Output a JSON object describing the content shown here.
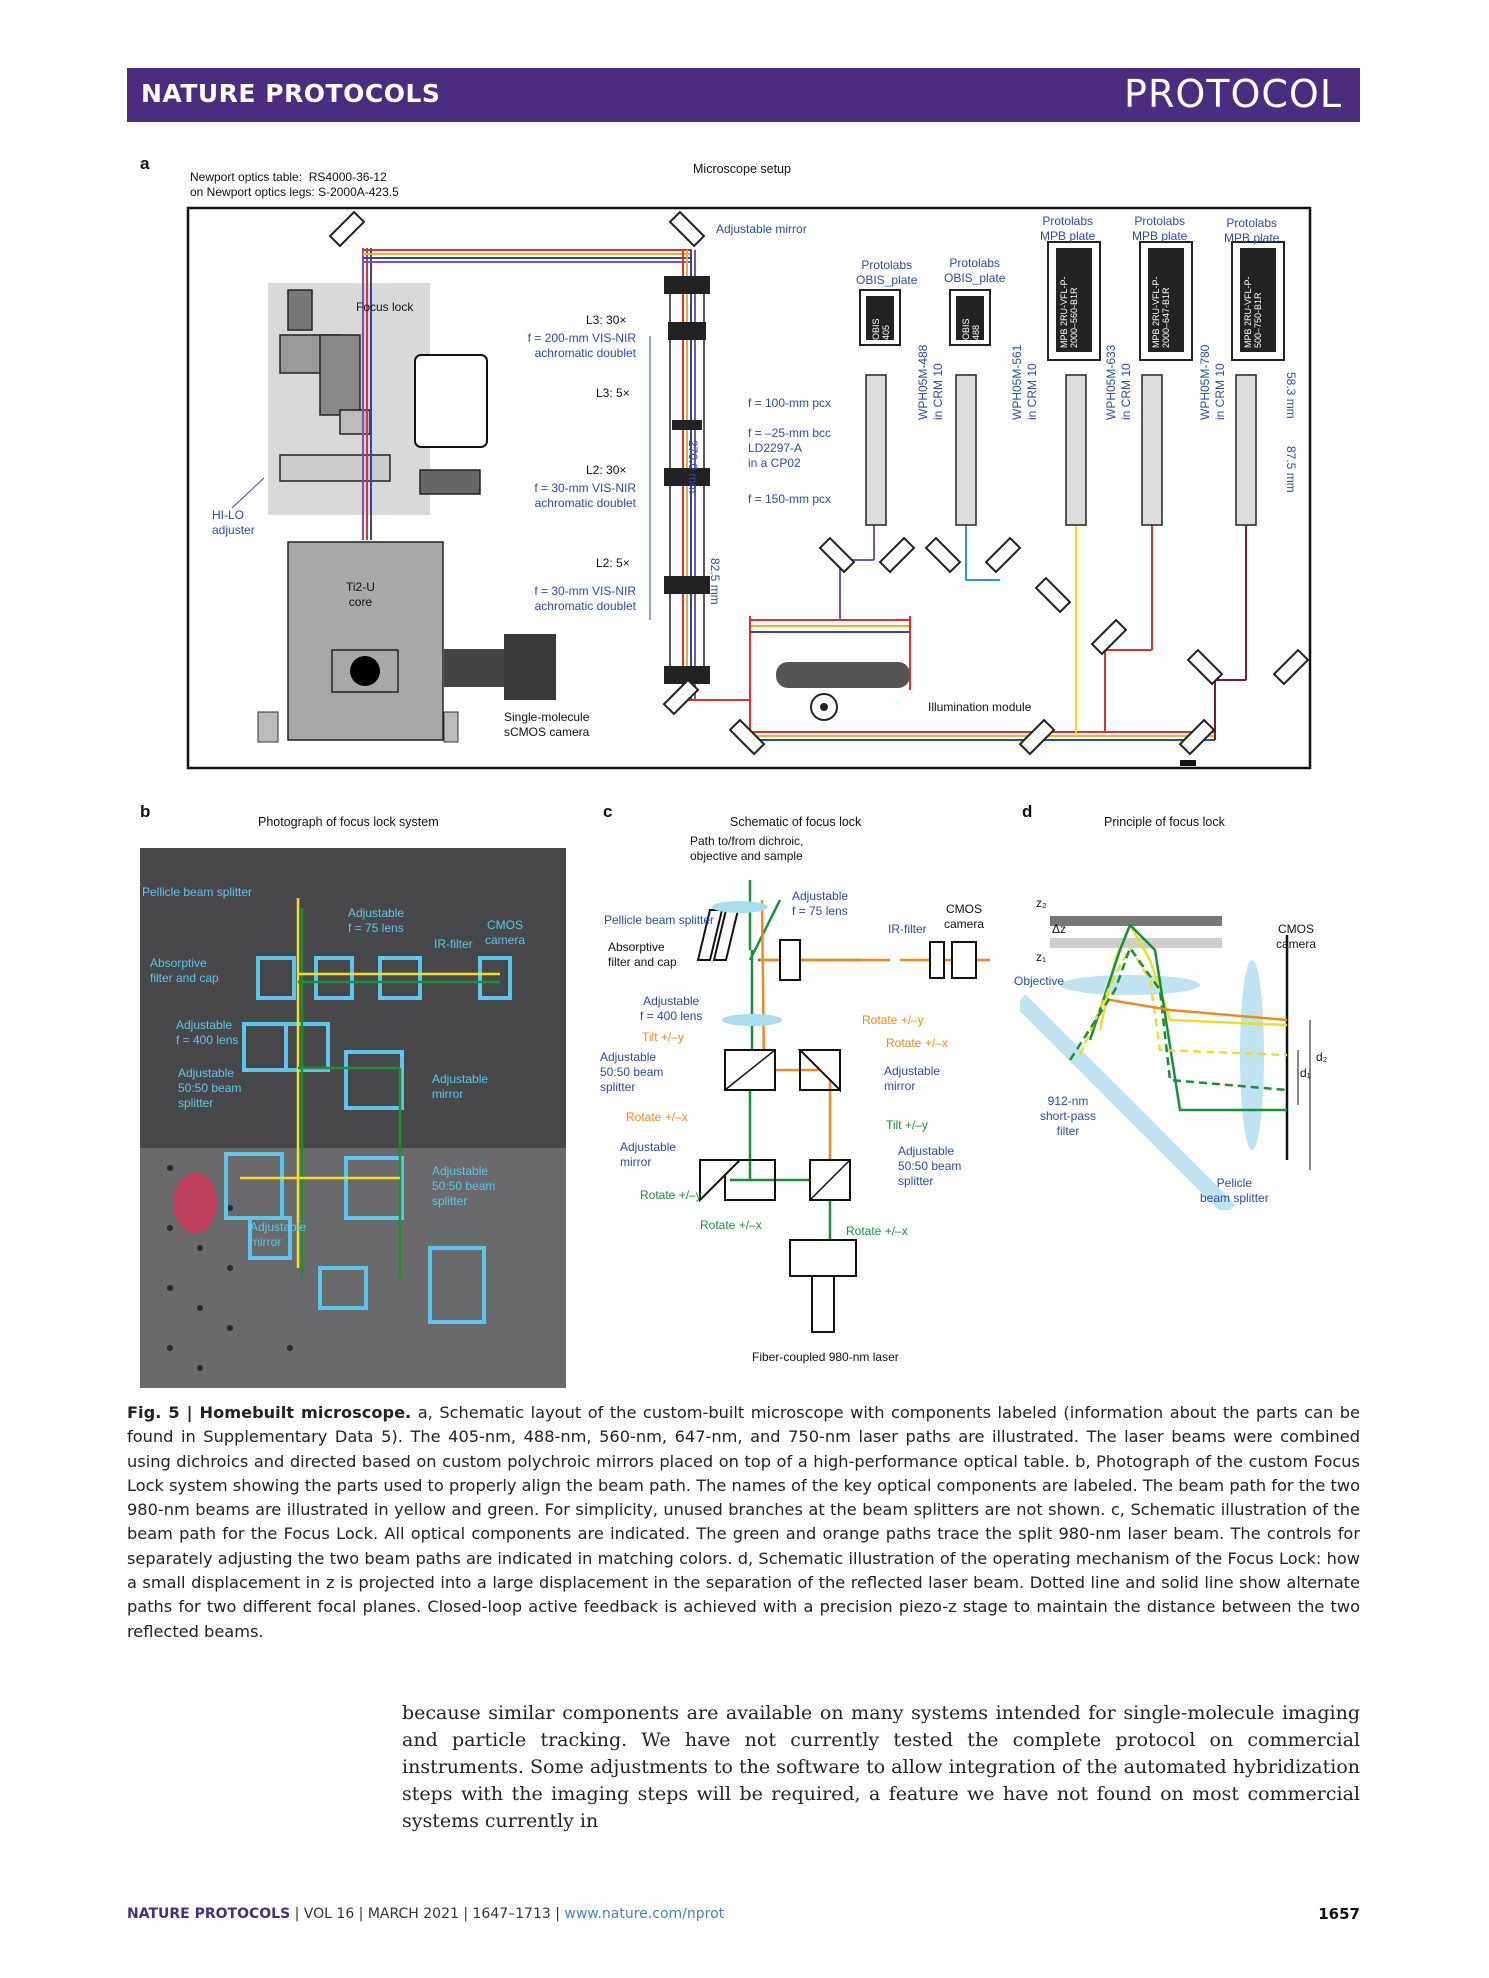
{
  "header": {
    "journal": "NATURE PROTOCOLS",
    "type": "PROTOCOL"
  },
  "panel_a": {
    "label": "a",
    "table_line1": "Newport optics table:  RS4000-36-12",
    "table_line2": "on Newport optics legs: S-2000A-423.5",
    "title": "Microscope setup",
    "adjustable_mirror": "Adjustable mirror",
    "focus_lock": "Focus lock",
    "l3_30x": "L3: 30×",
    "l3_30x_lens": "f = 200-mm VIS-NIR\nachromatic doublet",
    "l3_5x": "L3: 5×",
    "l2_30x": "L2: 30×",
    "l2_30x_lens": "f = 30-mm VIS-NIR\nachromatic doublet",
    "l2_5x": "L2: 5×",
    "l2_5x_lens": "f = 30-mm VIS-NIR\nachromatic doublet",
    "dim_270": "270.0 mm",
    "dim_82": "82.5 mm",
    "pcx100": "f = 100-mm pcx",
    "bcc": "f = –25-mm bcc\nLD2297-A\nin a CP02",
    "pcx150": "f = 150-mm pcx",
    "hilo": "HI-LO\nadjuster",
    "ti2u": "Ti2-U\ncore",
    "camera": "Single-molecule\nsCMOS camera",
    "illum": "Illumination module",
    "obis_plate": "Protolabs\nOBIS_plate",
    "mpb_plate": "Protolabs\nMPB plate",
    "obis405": "OBIS\n405",
    "obis488": "OBIS\n488",
    "wph488": "WPH05M-488\nin CRM 10",
    "wph561": "WPH05M-561\nin CRM 10",
    "wph633": "WPH05M-633\nin CRM 10",
    "wph780": "WPH05M-780\nin CRM 10",
    "mpb1": "MPB 2RU-VFL-P-\n2000–560-B1R",
    "mpb2": "MPB 2RU-VFL-P-\n2000–647-B1R",
    "mpb3": "MPB 2RU-VFL-P-\n500–750-B1R",
    "dim_583": "58.3 mm",
    "dim_875": "87.5 mm"
  },
  "panel_b": {
    "label": "b",
    "title": "Photograph of focus lock system",
    "pellicle": "Pellicle beam splitter",
    "lens75": "Adjustable\nf = 75 lens",
    "cmos": "CMOS\ncamera",
    "irfilter": "IR-filter",
    "absorptive": "Absorptive\nfilter and cap",
    "lens400": "Adjustable\nf = 400 lens",
    "bs1": "Adjustable\n50:50 beam\nsplitter",
    "mirror1": "Adjustable\nmirror",
    "bs2": "Adjustable\n50:50 beam\nsplitter",
    "mirror2": "Adjustable\nmirror"
  },
  "panel_c": {
    "label": "c",
    "title": "Schematic of focus lock",
    "path": "Path to/from dichroic,\nobjective and sample",
    "pellicle": "Pellicle beam splitter",
    "lens75": "Adjustable\nf = 75 lens",
    "cmos": "CMOS\ncamera",
    "irfilter": "IR-filter",
    "absorptive": "Absorptive\nfilter and cap",
    "lens400": "Adjustable\nf = 400 lens",
    "tilt": "Tilt +/–y",
    "rot_y1": "Rotate +/–y",
    "rot_x1": "Rotate +/–x",
    "bs1": "Adjustable\n50:50 beam\nsplitter",
    "mirror_right": "Adjustable\nmirror",
    "rot_x2": "Rotate +/–x",
    "tilt2": "Tilt +/–y",
    "mirror_left": "Adjustable\nmirror",
    "bs2": "Adjustable\n50:50 beam\nsplitter",
    "rot_y2": "Rotate +/–y",
    "rot_x3": "Rotate +/–x",
    "rot_x4": "Rotate +/–x",
    "laser": "Fiber-coupled 980-nm laser"
  },
  "panel_d": {
    "label": "d",
    "title": "Principle of focus lock",
    "z2": "z₂",
    "dz": "Δz",
    "z1": "z₁",
    "objective": "Objective",
    "cmos": "CMOS\ncamera",
    "filter": "912-nm\nshort-pass\nfilter",
    "pellicle": "Pelicle\nbeam splitter",
    "d1": "d₁",
    "d2": "d₂"
  },
  "caption": {
    "fig": "Fig. 5 | Homebuilt microscope.",
    "text": "a, Schematic layout of the custom-built microscope with components labeled (information about the parts can be found in Supplementary Data 5). The 405-nm, 488-nm, 560-nm, 647-nm, and 750-nm laser paths are illustrated. The laser beams were combined using dichroics and directed based on custom polychroic mirrors placed on top of a high-performance optical table. b, Photograph of the custom Focus Lock system showing the parts used to properly align the beam path. The names of the key optical components are labeled. The beam path for the two 980-nm beams are illustrated in yellow and green. For simplicity, unused branches at the beam splitters are not shown. c, Schematic illustration of the beam path for the Focus Lock. All optical components are indicated. The green and orange paths trace the split 980-nm laser beam. The controls for separately adjusting the two beam paths are indicated in matching colors. d, Schematic illustration of the operating mechanism of the Focus Lock: how a small displacement in z is projected into a large displacement in the separation of the reflected laser beam. Dotted line and solid line show alternate paths for two different focal planes. Closed-loop active feedback is achieved with a precision piezo-z stage to maintain the distance between the two reflected beams."
  },
  "body": "because similar components are available on many systems intended for single-molecule imaging and particle tracking. We have not currently tested the complete protocol on commercial instruments. Some adjustments to the software to allow integration of the automated hybridization steps with the imaging steps will be required, a feature we have not found on most commercial systems currently in",
  "footer": {
    "journal": "NATURE PROTOCOLS",
    "info": " | VOL 16 | MARCH 2021 | 1647–1713 | ",
    "url": "www.nature.com/nprot",
    "page": "1657"
  },
  "colors": {
    "header_bg": "#4b2d7f",
    "label_blue": "#2b4aa8",
    "beam_green": "#1a8f3a",
    "beam_orange": "#f08a1e",
    "photo_box": "#5cc7e8"
  }
}
